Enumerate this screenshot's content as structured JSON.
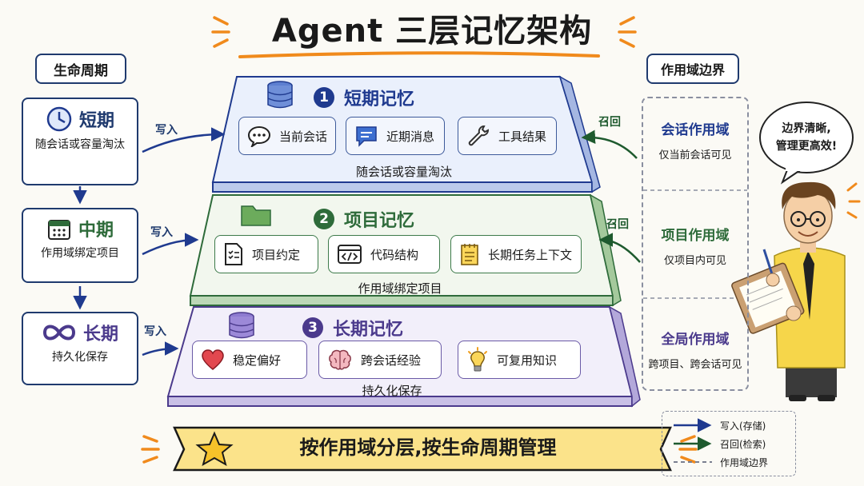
{
  "title": "Agent 三层记忆架构",
  "lifecycle": {
    "header": "生命周期",
    "stages": [
      {
        "name": "短期",
        "desc": "随会话或容量淘汰",
        "icon": "clock-icon"
      },
      {
        "name": "中期",
        "desc": "作用域绑定项目",
        "icon": "calendar-icon"
      },
      {
        "name": "长期",
        "desc": "持久化保存",
        "icon": "infinity-icon"
      }
    ]
  },
  "write_label": "写入",
  "recall_label": "召回",
  "tiers": [
    {
      "number": "1",
      "name": "短期记忆",
      "caption": "随会话或容量淘汰",
      "color": "#1f3a8f",
      "items": [
        {
          "label": "当前会话",
          "icon": "chat-bubble-icon"
        },
        {
          "label": "近期消息",
          "icon": "message-icon"
        },
        {
          "label": "工具结果",
          "icon": "wrench-icon"
        }
      ]
    },
    {
      "number": "2",
      "name": "项目记忆",
      "caption": "作用域绑定项目",
      "color": "#2e6b3a",
      "items": [
        {
          "label": "项目约定",
          "icon": "checklist-icon"
        },
        {
          "label": "代码结构",
          "icon": "code-window-icon"
        },
        {
          "label": "长期任务上下文",
          "icon": "notepad-icon"
        }
      ]
    },
    {
      "number": "3",
      "name": "长期记忆",
      "caption": "持久化保存",
      "color": "#4b3a8c",
      "items": [
        {
          "label": "稳定偏好",
          "icon": "heart-icon"
        },
        {
          "label": "跨会话经验",
          "icon": "brain-icon"
        },
        {
          "label": "可复用知识",
          "icon": "lightbulb-icon"
        }
      ]
    }
  ],
  "scopes": {
    "header": "作用域边界",
    "items": [
      {
        "name": "会话作用域",
        "desc": "仅当前会话可见",
        "color": "#1f3a8f"
      },
      {
        "name": "项目作用域",
        "desc": "仅项目内可见",
        "color": "#2e6b3a"
      },
      {
        "name": "全局作用域",
        "desc": "跨项目、跨会话可见",
        "color": "#4b3a8c"
      }
    ]
  },
  "speech_bubble": {
    "line1": "边界清晰,",
    "line2": "管理更高效!"
  },
  "banner": "按作用域分层,按生命周期管理",
  "legend": [
    {
      "label": "写入(存储)",
      "color": "#1f3a8f"
    },
    {
      "label": "召回(检索)",
      "color": "#1e5a2e"
    },
    {
      "label": "作用域边界",
      "color": "#7a7f90"
    }
  ]
}
